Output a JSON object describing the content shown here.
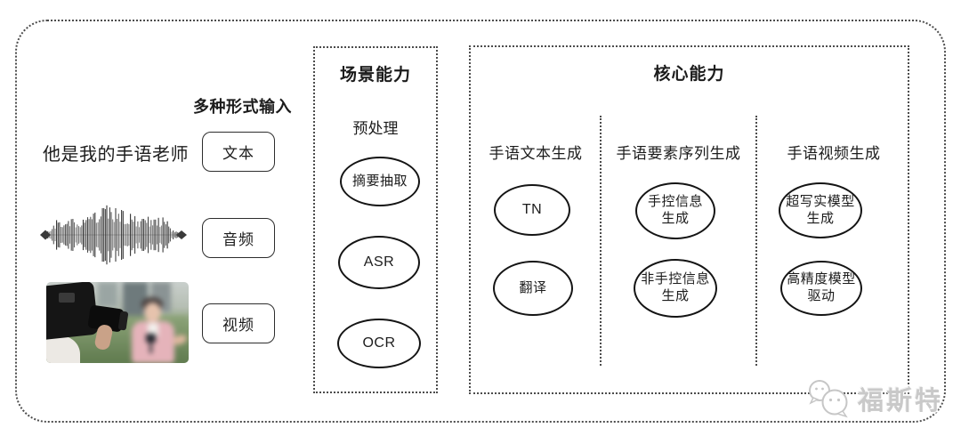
{
  "figure": {
    "background": "#ffffff",
    "line_color": "#4c4c4c",
    "node_border_color": "#141414",
    "watermark_color": "#c9c9c9"
  },
  "input_section": {
    "title": "多种形式输入",
    "sample_sentence": "他是我的手语老师",
    "modes": [
      {
        "label": "文本"
      },
      {
        "label": "音频"
      },
      {
        "label": "视频"
      }
    ]
  },
  "scene_capability": {
    "title": "场景能力",
    "stage_label": "预处理",
    "nodes": [
      {
        "label": "摘要抽取"
      },
      {
        "label": "ASR"
      },
      {
        "label": "OCR"
      }
    ]
  },
  "core_capability": {
    "title": "核心能力",
    "columns": [
      {
        "header": "手语文本生成",
        "nodes": [
          {
            "label": "TN"
          },
          {
            "label": "翻译"
          }
        ]
      },
      {
        "header": "手语要素序列生成",
        "nodes": [
          {
            "label": "手控信息\n生成"
          },
          {
            "label": "非手控信息\n生成"
          }
        ]
      },
      {
        "header": "手语视频生成",
        "nodes": [
          {
            "label": "超写实模型\n生成"
          },
          {
            "label": "高精度模型\n驱动"
          }
        ]
      }
    ]
  },
  "watermark": {
    "brand": "福斯特"
  }
}
